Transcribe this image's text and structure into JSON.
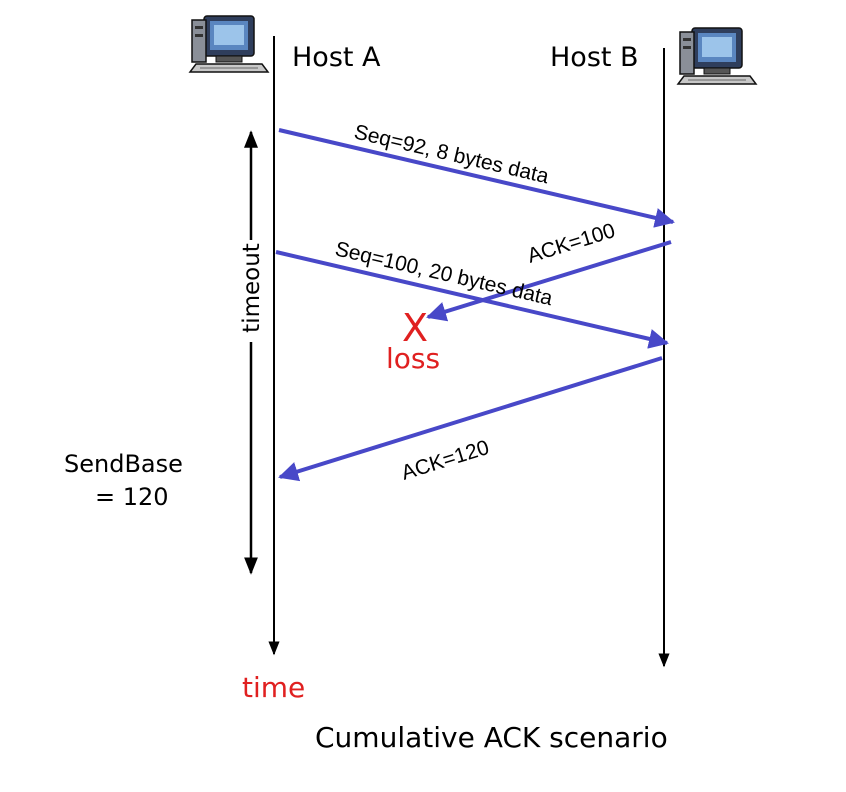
{
  "hosts": {
    "a": {
      "label": "Host A",
      "icon": "computer-icon"
    },
    "b": {
      "label": "Host B",
      "icon": "computer-icon"
    }
  },
  "messages": [
    {
      "label": "Seq=92, 8 bytes data",
      "direction": "A-to-B",
      "delivered": true
    },
    {
      "label": "ACK=100",
      "direction": "B-to-A",
      "delivered": false
    },
    {
      "label": "Seq=100, 20 bytes data",
      "direction": "A-to-B",
      "delivered": true
    },
    {
      "label": "ACK=120",
      "direction": "B-to-A",
      "delivered": true
    }
  ],
  "loss": {
    "mark": "X",
    "label": "loss"
  },
  "timeout_label": "timeout",
  "sendbase": {
    "line1": "SendBase",
    "line2": "= 120"
  },
  "time_label": "time",
  "caption": "Cumulative ACK scenario",
  "colors": {
    "arrow": "#4848c8",
    "loss": "#e02020",
    "time": "#e02020",
    "timeline": "#000000"
  }
}
